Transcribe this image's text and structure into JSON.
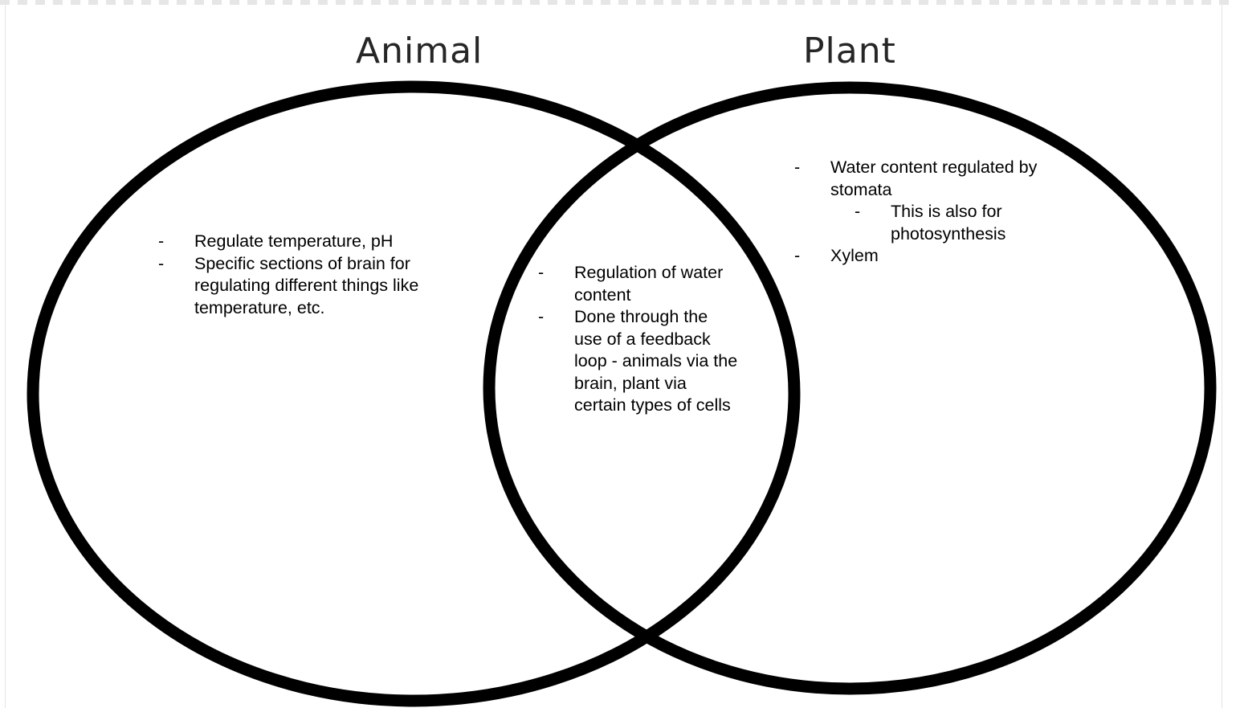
{
  "diagram": {
    "type": "venn",
    "stroke_color": "#000000",
    "sets": [
      {
        "title": "Animal",
        "notes": [
          "Regulate temperature, pH",
          "Specific sections of brain for regulating different things like temperature, etc."
        ]
      },
      {
        "title": "Plant",
        "notes": [
          "Water content regulated by stomata",
          "This is also for photosynthesis",
          "Xylem"
        ]
      }
    ],
    "overlap": {
      "notes": [
        "Regulation of water content",
        "Done through the use of a feedback loop - animals via the brain, plant via certain types of cells"
      ]
    }
  }
}
